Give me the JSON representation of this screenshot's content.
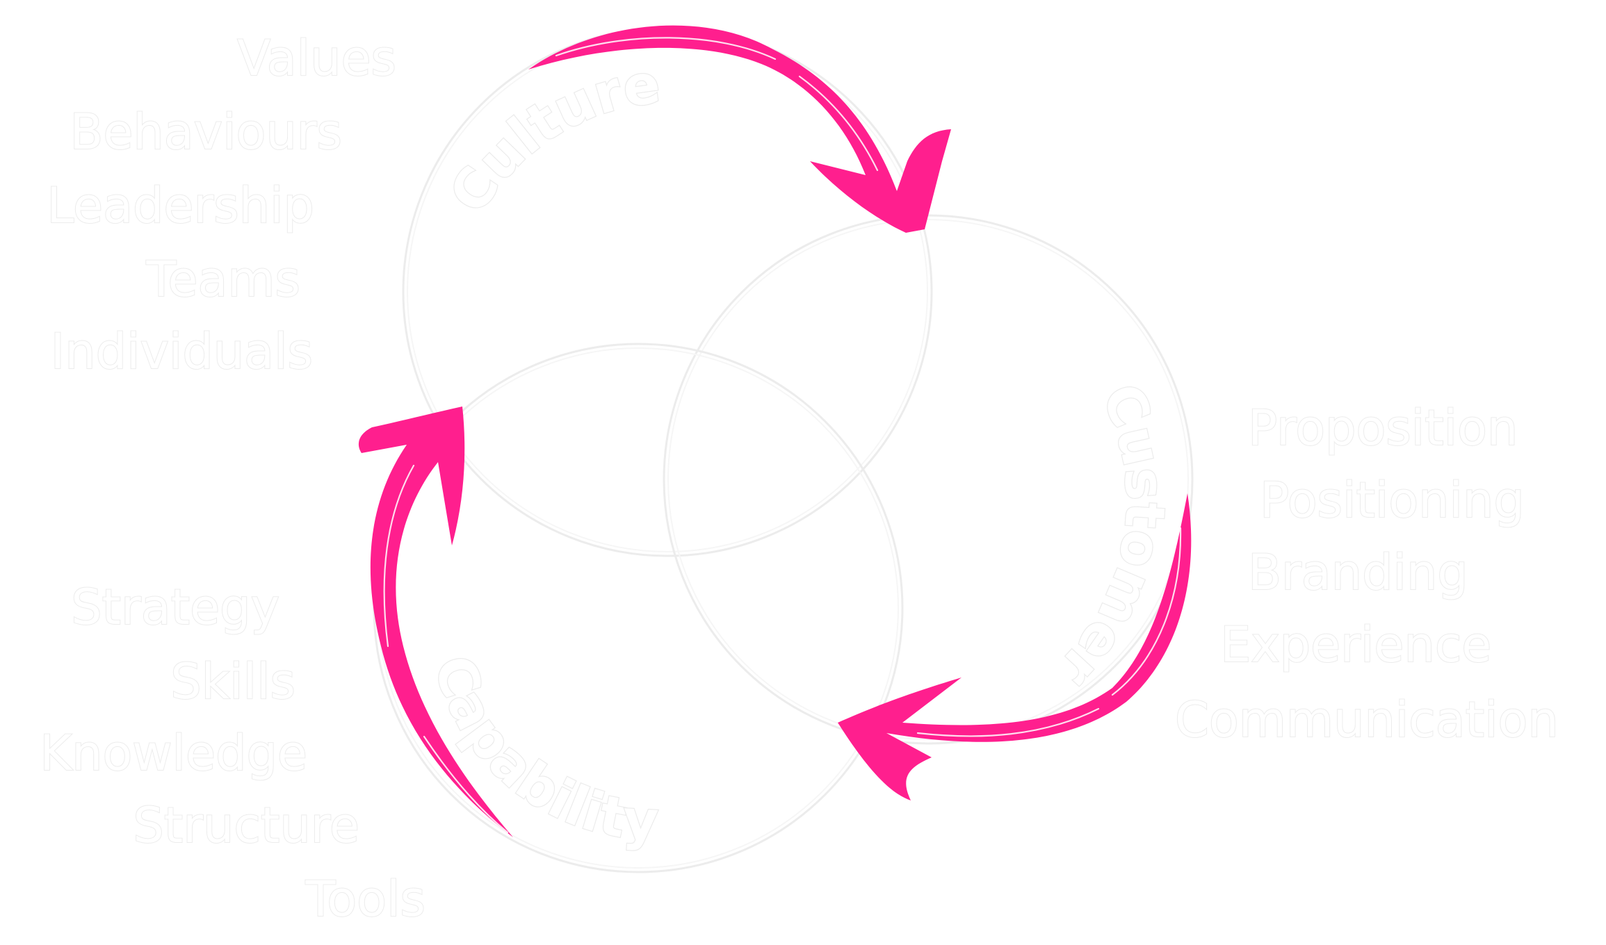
{
  "colors": {
    "arrow": "#ff1f8e",
    "circle_outline": "#ececec",
    "text_fill": "#ffffff",
    "text_outline": "#ececec"
  },
  "circles": {
    "culture": {
      "title": "Culture"
    },
    "customer": {
      "title": "Customer"
    },
    "capability": {
      "title": "Capability"
    }
  },
  "lists": {
    "culture": [
      "Values",
      "Behaviours",
      "Leadership",
      "Teams",
      "Individuals"
    ],
    "customer": [
      "Proposition",
      "Positioning",
      "Branding",
      "Experience",
      "Communication"
    ],
    "capability": [
      "Strategy",
      "Skills",
      "Knowledge",
      "Structure",
      "Tools"
    ]
  }
}
